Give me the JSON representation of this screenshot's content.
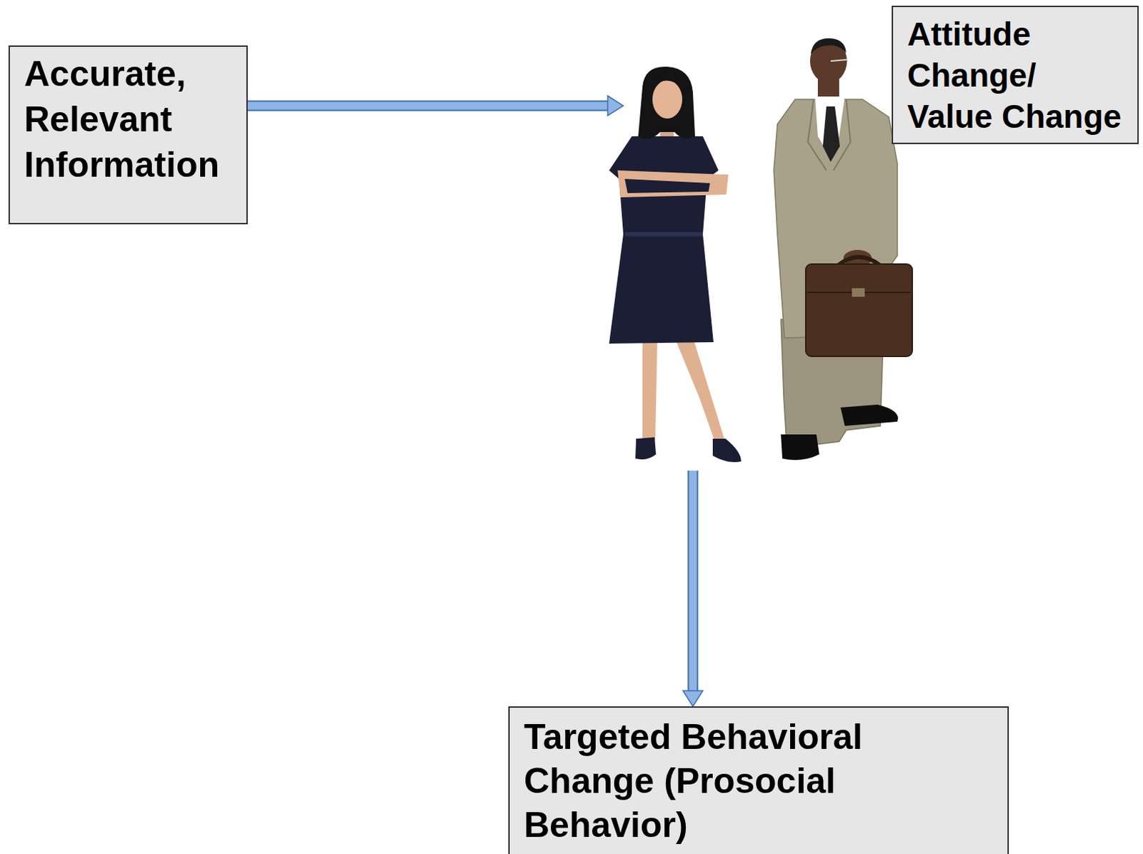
{
  "diagram": {
    "nodes": [
      {
        "text": [
          "Accurate, Relevant Information"
        ]
      },
      {
        "text": [
          "Attitude Change/ Value Change"
        ]
      },
      {
        "text": [
          "Targeted Behavioral Change (Prosocial Behavior)"
        ]
      }
    ],
    "edges": [
      {
        "from": 0,
        "to": 1,
        "arrow": "to"
      },
      {
        "from": 1,
        "to": 2,
        "arrow": "to"
      }
    ]
  }
}
